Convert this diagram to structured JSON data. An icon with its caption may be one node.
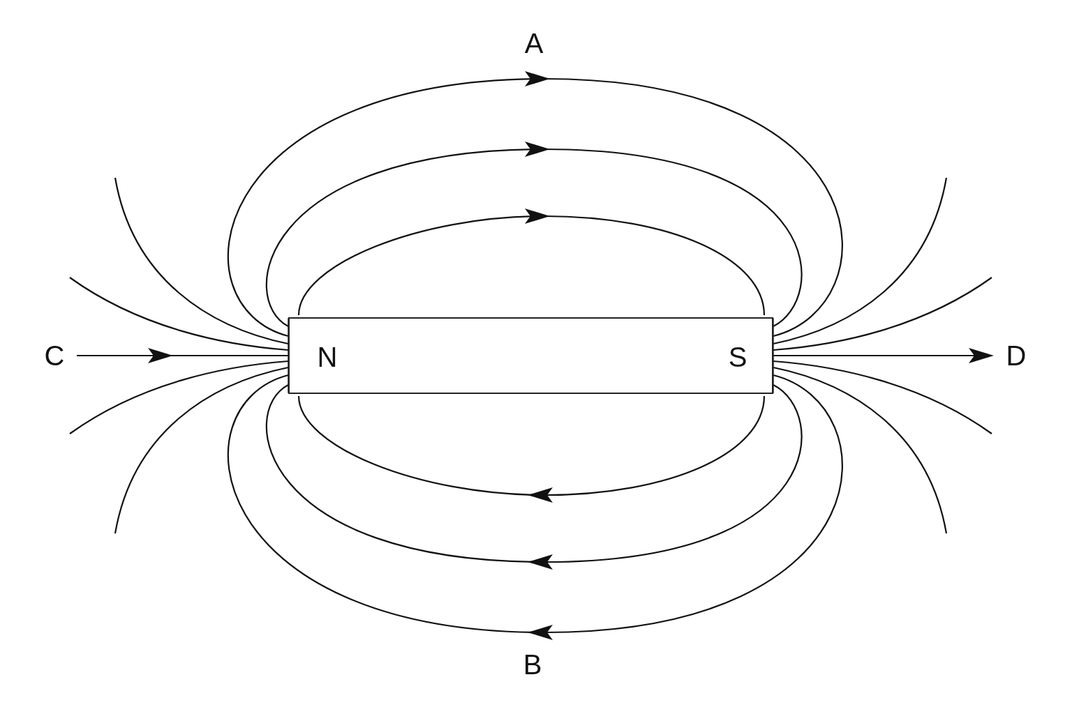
{
  "diagram": {
    "nodes": [
      {
        "text": [
          "N",
          "S"
        ]
      }
    ],
    "labels": [
      "A",
      "C",
      "D",
      "B"
    ]
  }
}
